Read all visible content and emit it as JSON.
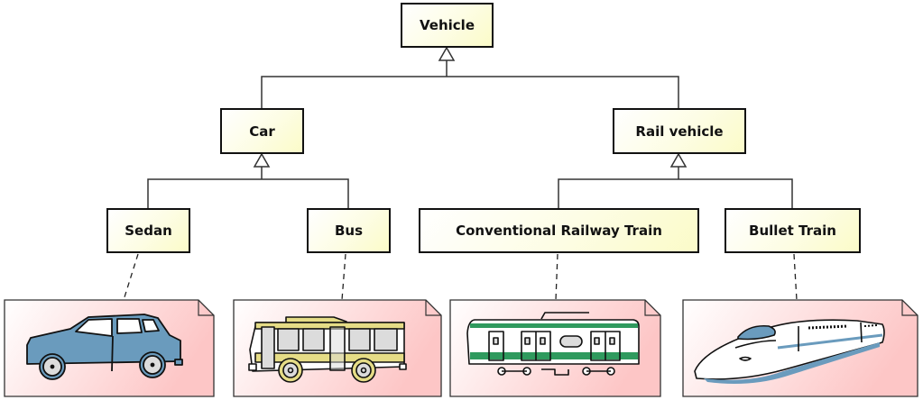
{
  "diagram": {
    "type": "UML class hierarchy (generalization)",
    "classes": [
      {
        "id": "vehicle",
        "label": "Vehicle",
        "parent": null
      },
      {
        "id": "car",
        "label": "Car",
        "parent": "vehicle"
      },
      {
        "id": "rail",
        "label": "Rail vehicle",
        "parent": "vehicle"
      },
      {
        "id": "sedan",
        "label": "Sedan",
        "parent": "car"
      },
      {
        "id": "bus",
        "label": "Bus",
        "parent": "car"
      },
      {
        "id": "conventional",
        "label": "Conventional Railway Train",
        "parent": "rail"
      },
      {
        "id": "bullet",
        "label": "Bullet Train",
        "parent": "rail"
      }
    ],
    "notes": [
      {
        "attached_to": "sedan",
        "image": "sedan-car-illustration"
      },
      {
        "attached_to": "bus",
        "image": "bus-illustration"
      },
      {
        "attached_to": "conventional",
        "image": "commuter-train-illustration"
      },
      {
        "attached_to": "bullet",
        "image": "bullet-train-illustration"
      }
    ],
    "colors": {
      "class_fill_start": "#ffffff",
      "class_fill_end": "#fbfbc8",
      "note_fill_start": "#ffffff",
      "note_fill_end": "#fdc9c9",
      "line": "#333333",
      "car_blue": "#6a9bbd",
      "bus_yellow": "#e5dc86",
      "train_green": "#2f9a5e",
      "window_gray": "#d8d8d8"
    }
  }
}
